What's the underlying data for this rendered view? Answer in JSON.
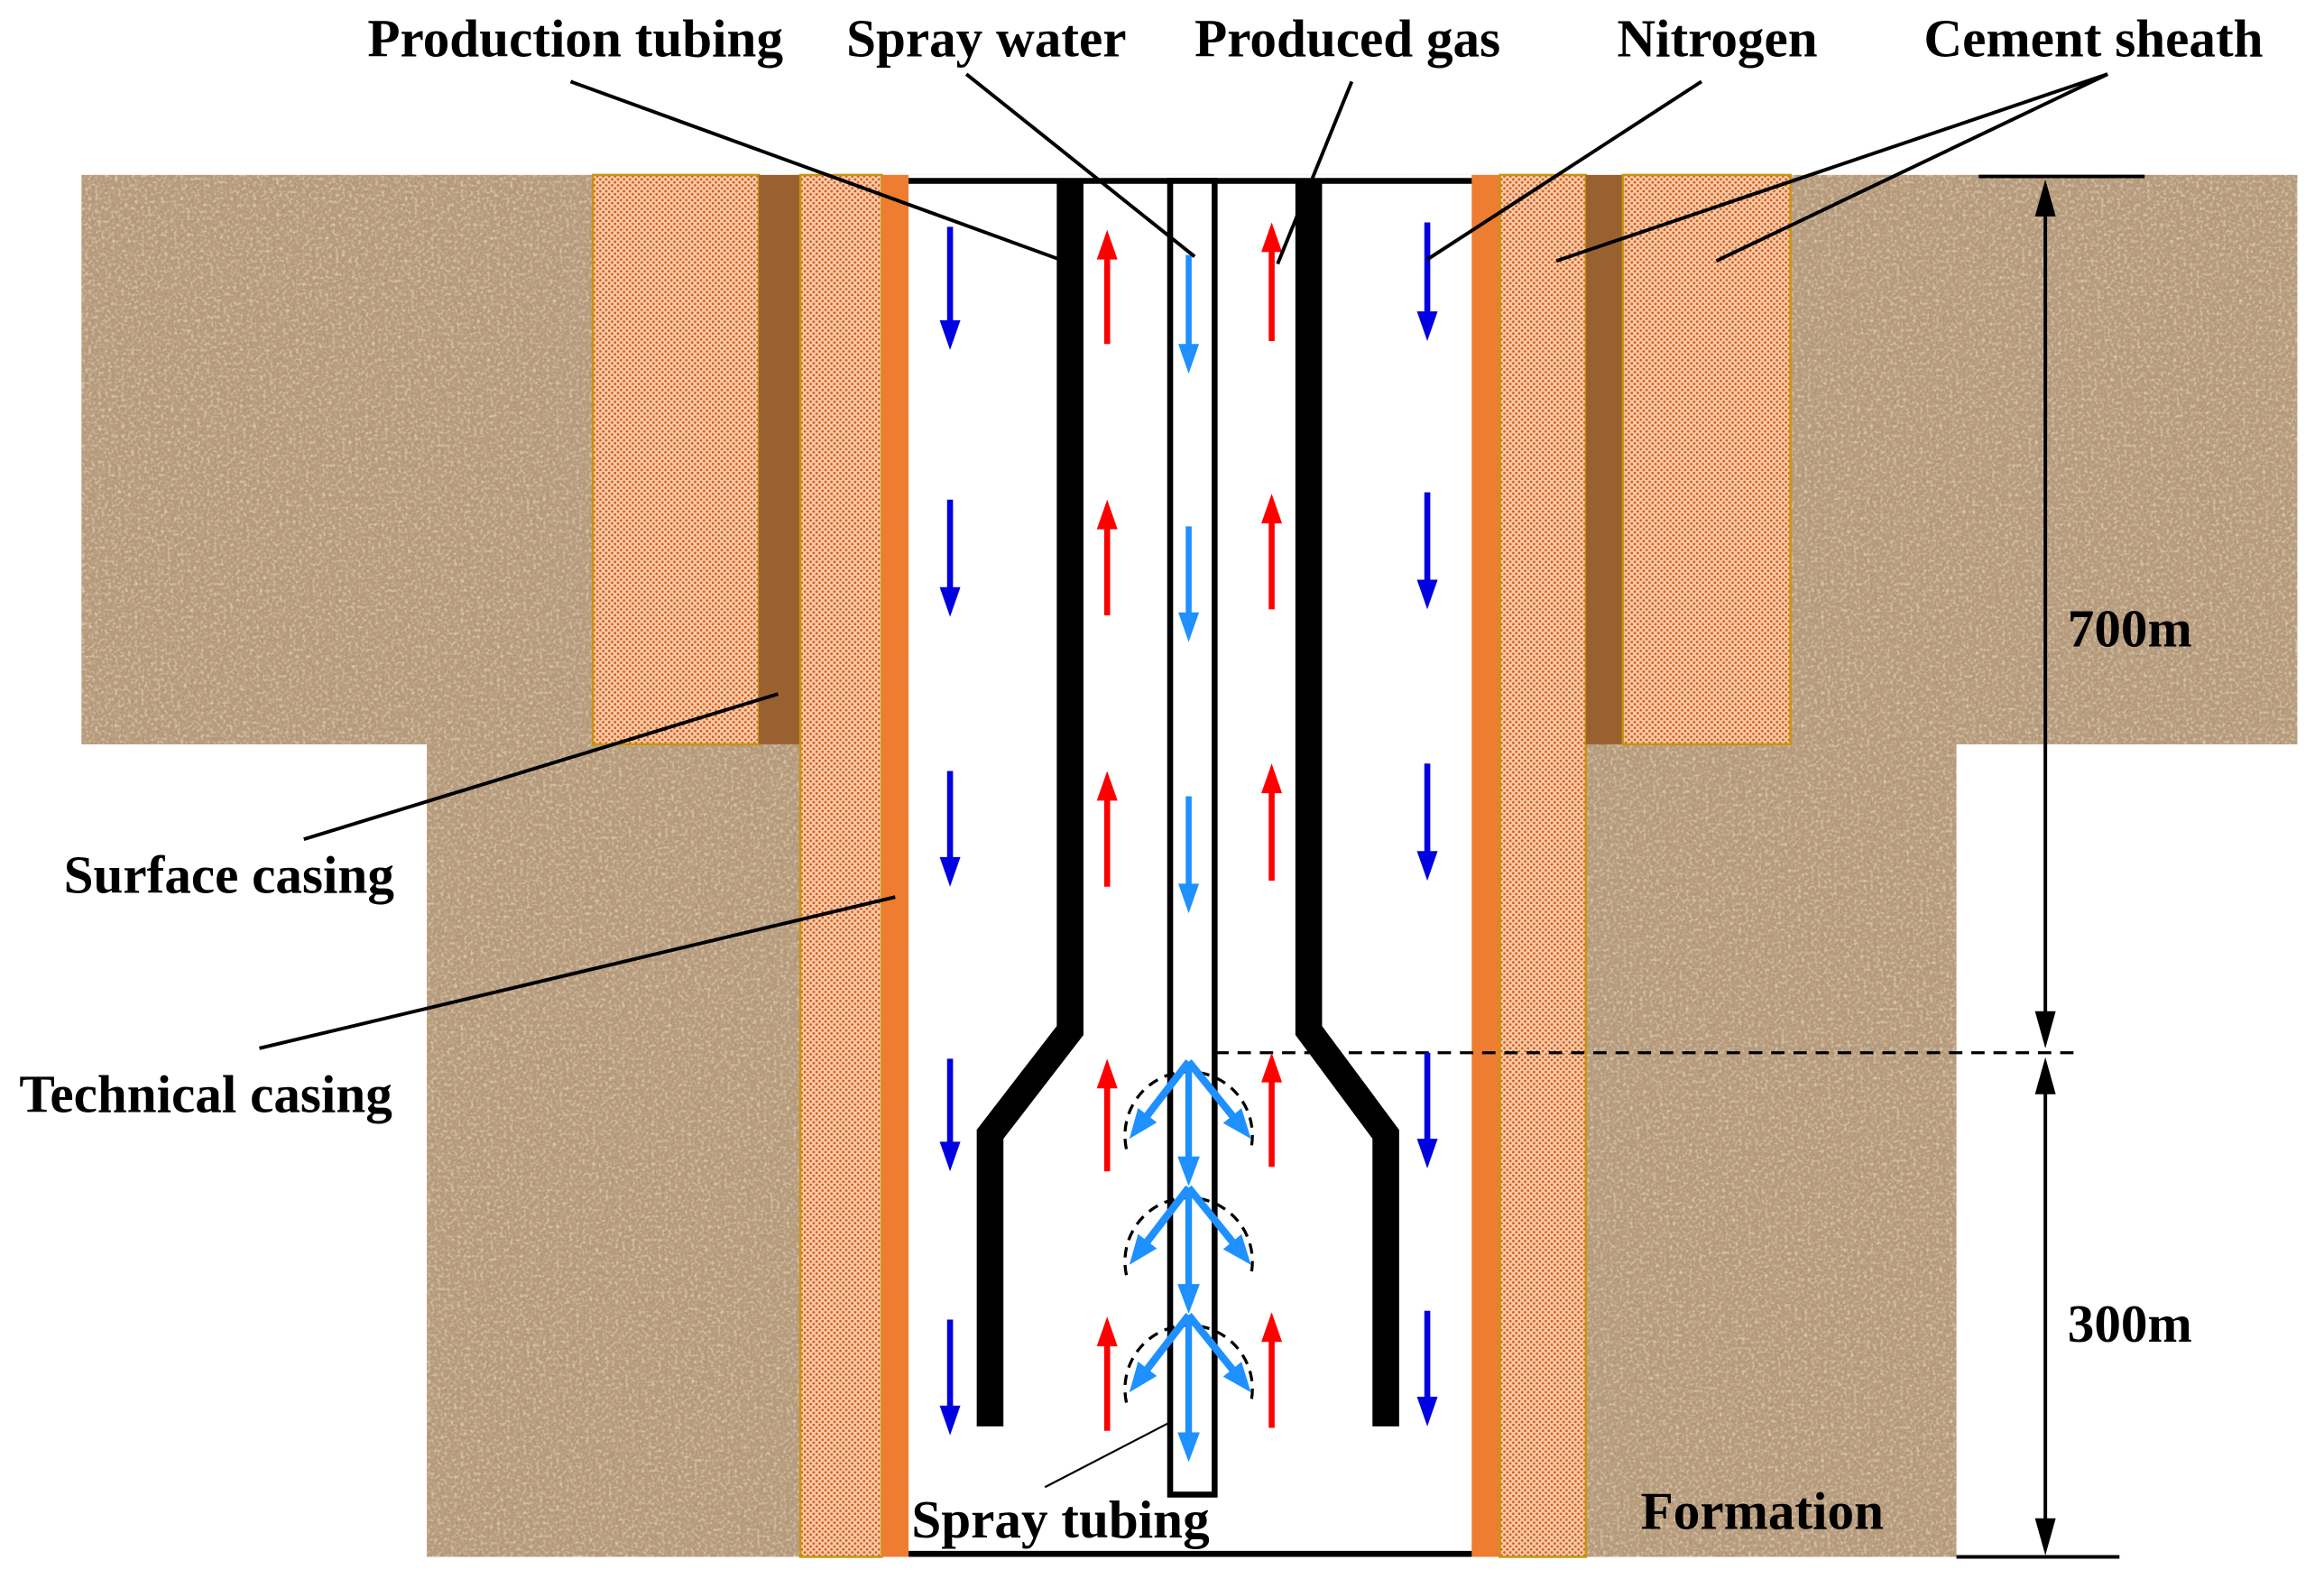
{
  "labels": {
    "production_tubing": "Production tubing",
    "spray_water": "Spray water",
    "produced_gas": "Produced gas",
    "nitrogen": "Nitrogen",
    "cement_sheath": "Cement sheath",
    "surface_casing": "Surface casing",
    "technical_casing": "Technical casing",
    "spray_tubing": "Spray tubing",
    "formation": "Formation"
  },
  "dimensions": {
    "upper_section": "700m",
    "lower_section": "300m"
  },
  "colors": {
    "nitrogen_arrow": "#0000e0",
    "gas_arrow": "#ff0000",
    "water_arrow": "#1e90ff",
    "technical_casing": "#ee7d31",
    "surface_casing": "#9a6130",
    "tubing": "#000000",
    "formation": "#b99c7b",
    "cement_fill": "#f5cda6",
    "cement_dots": "#d45a26",
    "cement_border": "#c9940e",
    "wellbore": "#ffffff"
  }
}
